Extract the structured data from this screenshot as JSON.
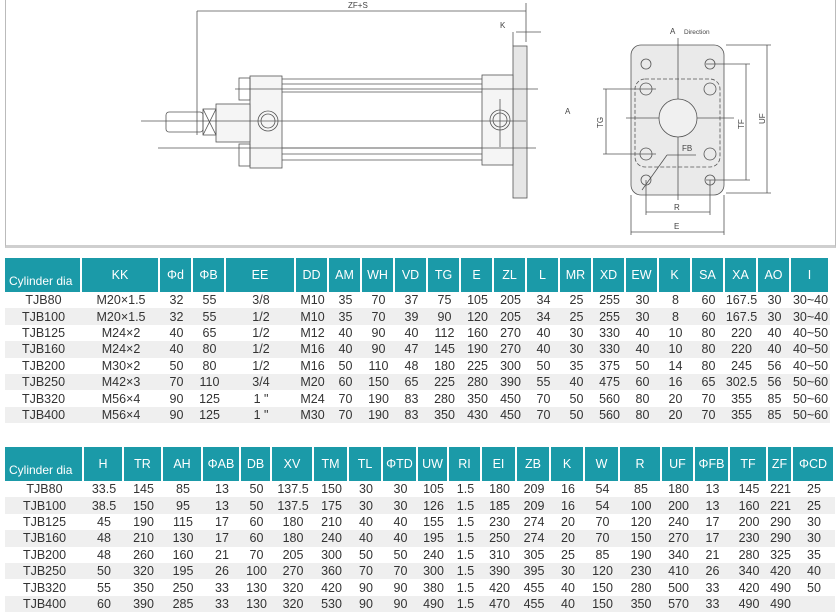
{
  "drawing": {
    "labels": {
      "zf_s": "ZF+S",
      "k": "K",
      "a": "A",
      "a_direction": "A",
      "direction": "Direction",
      "tg": "TG",
      "tf": "TF",
      "uf": "UF",
      "fb": "FB",
      "r": "R",
      "e": "E"
    }
  },
  "table1": {
    "headers": [
      "Cylinder dia",
      "KK",
      "Φd",
      "ΦB",
      "EE",
      "DD",
      "AM",
      "WH",
      "VD",
      "TG",
      "E",
      "ZL",
      "L",
      "MR",
      "XD",
      "EW",
      "K",
      "SA",
      "XA",
      "AO",
      "I"
    ],
    "rows": [
      [
        "TJB80",
        "M20×1.5",
        "32",
        "55",
        "3/8",
        "M10",
        "35",
        "70",
        "37",
        "75",
        "105",
        "205",
        "34",
        "25",
        "255",
        "30",
        "8",
        "60",
        "167.5",
        "30",
        "30~40"
      ],
      [
        "TJB100",
        "M20×1.5",
        "32",
        "55",
        "1/2",
        "M10",
        "35",
        "70",
        "39",
        "90",
        "120",
        "205",
        "34",
        "25",
        "255",
        "30",
        "8",
        "60",
        "167.5",
        "30",
        "30~40"
      ],
      [
        "TJB125",
        "M24×2",
        "40",
        "65",
        "1/2",
        "M12",
        "40",
        "90",
        "40",
        "112",
        "160",
        "270",
        "40",
        "30",
        "330",
        "40",
        "10",
        "80",
        "220",
        "40",
        "40~50"
      ],
      [
        "TJB160",
        "M24×2",
        "40",
        "80",
        "1/2",
        "M16",
        "40",
        "90",
        "47",
        "145",
        "190",
        "270",
        "40",
        "30",
        "330",
        "40",
        "10",
        "80",
        "220",
        "40",
        "40~50"
      ],
      [
        "TJB200",
        "M30×2",
        "50",
        "80",
        "1/2",
        "M16",
        "50",
        "110",
        "48",
        "180",
        "225",
        "300",
        "50",
        "35",
        "375",
        "50",
        "14",
        "80",
        "245",
        "56",
        "40~50"
      ],
      [
        "TJB250",
        "M42×3",
        "70",
        "110",
        "3/4",
        "M20",
        "60",
        "150",
        "65",
        "225",
        "280",
        "390",
        "55",
        "40",
        "475",
        "60",
        "16",
        "65",
        "302.5",
        "56",
        "50~60"
      ],
      [
        "TJB320",
        "M56×4",
        "90",
        "125",
        "1 \"",
        "M24",
        "70",
        "190",
        "83",
        "280",
        "350",
        "450",
        "70",
        "50",
        "560",
        "80",
        "20",
        "70",
        "355",
        "85",
        "50~60"
      ],
      [
        "TJB400",
        "M56×4",
        "90",
        "125",
        "1 \"",
        "M30",
        "70",
        "190",
        "83",
        "350",
        "430",
        "450",
        "70",
        "50",
        "560",
        "80",
        "20",
        "70",
        "355",
        "85",
        "50~60"
      ]
    ]
  },
  "table2": {
    "headers": [
      "Cylinder dia",
      "H",
      "TR",
      "AH",
      "ΦAB",
      "DB",
      "XV",
      "TM",
      "TL",
      "ΦTD",
      "UW",
      "RI",
      "EI",
      "ZB",
      "K",
      "W",
      "R",
      "UF",
      "ΦFB",
      "TF",
      "ZF",
      "ΦCD"
    ],
    "rows": [
      [
        "TJB80",
        "33.5",
        "145",
        "85",
        "13",
        "50",
        "137.5",
        "150",
        "30",
        "30",
        "105",
        "1.5",
        "180",
        "209",
        "16",
        "54",
        "85",
        "180",
        "13",
        "145",
        "221",
        "25"
      ],
      [
        "TJB100",
        "38.5",
        "150",
        "95",
        "13",
        "50",
        "137.5",
        "175",
        "30",
        "30",
        "126",
        "1.5",
        "185",
        "209",
        "16",
        "54",
        "100",
        "200",
        "13",
        "160",
        "221",
        "25"
      ],
      [
        "TJB125",
        "45",
        "190",
        "115",
        "17",
        "60",
        "180",
        "210",
        "40",
        "40",
        "155",
        "1.5",
        "230",
        "274",
        "20",
        "70",
        "120",
        "240",
        "17",
        "200",
        "290",
        "30"
      ],
      [
        "TJB160",
        "48",
        "210",
        "130",
        "17",
        "60",
        "180",
        "240",
        "40",
        "40",
        "195",
        "1.5",
        "250",
        "274",
        "20",
        "70",
        "150",
        "270",
        "17",
        "230",
        "290",
        "30"
      ],
      [
        "TJB200",
        "48",
        "260",
        "160",
        "21",
        "70",
        "205",
        "300",
        "50",
        "50",
        "240",
        "1.5",
        "310",
        "305",
        "25",
        "85",
        "190",
        "340",
        "21",
        "280",
        "325",
        "35"
      ],
      [
        "TJB250",
        "50",
        "320",
        "195",
        "26",
        "100",
        "270",
        "360",
        "70",
        "70",
        "300",
        "1.5",
        "390",
        "395",
        "30",
        "120",
        "230",
        "410",
        "26",
        "340",
        "420",
        "40"
      ],
      [
        "TJB320",
        "55",
        "350",
        "250",
        "33",
        "130",
        "320",
        "420",
        "90",
        "90",
        "380",
        "1.5",
        "420",
        "455",
        "40",
        "150",
        "280",
        "500",
        "33",
        "420",
        "490",
        "50"
      ],
      [
        "TJB400",
        "60",
        "390",
        "285",
        "33",
        "130",
        "320",
        "530",
        "90",
        "90",
        "490",
        "1.5",
        "470",
        "455",
        "40",
        "150",
        "350",
        "570",
        "33",
        "490",
        "490",
        ""
      ]
    ]
  }
}
